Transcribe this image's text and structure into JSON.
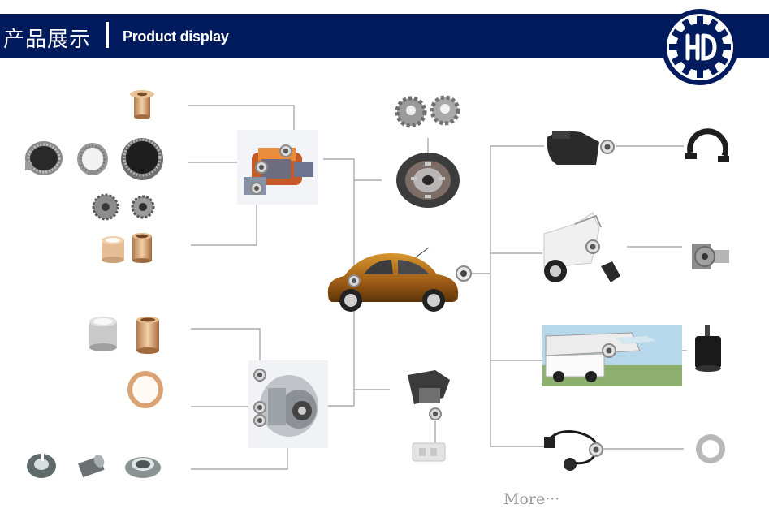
{
  "header": {
    "title_cn": "产品展示",
    "title_en": "Product display",
    "brand_color": "#001a5e"
  },
  "footer": {
    "more_label": "More···"
  }
}
